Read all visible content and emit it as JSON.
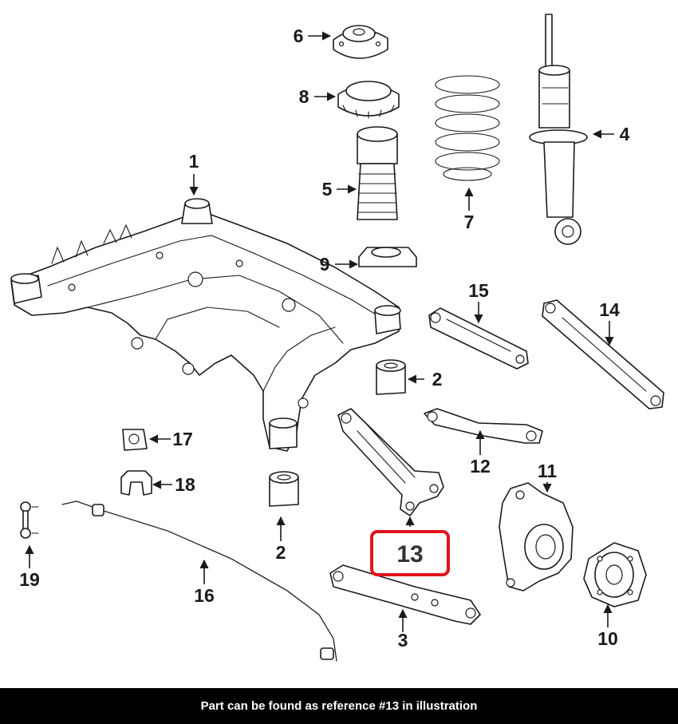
{
  "callouts": {
    "c1": "1",
    "c2a": "2",
    "c2b": "2",
    "c3": "3",
    "c4": "4",
    "c5": "5",
    "c6": "6",
    "c7": "7",
    "c8": "8",
    "c9": "9",
    "c10": "10",
    "c11": "11",
    "c12": "12",
    "c13": "13",
    "c14": "14",
    "c15": "15",
    "c16": "16",
    "c17": "17",
    "c18": "18",
    "c19": "19"
  },
  "highlight": {
    "reference": "13",
    "color": "#e0141e"
  },
  "footer": {
    "text": "Part can be found as reference #13 in illustration"
  }
}
